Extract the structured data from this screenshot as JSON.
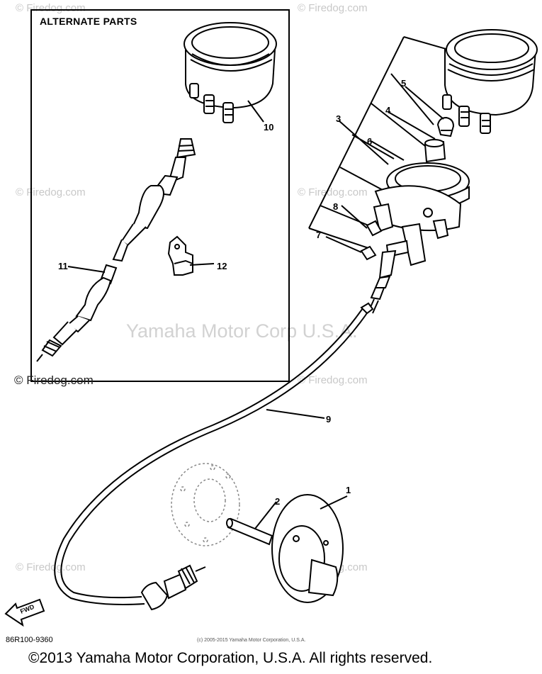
{
  "alternate_parts_title": "ALTERNATE PARTS",
  "callouts": {
    "c1": "1",
    "c2": "2",
    "c3": "3",
    "c4": "4",
    "c5": "5",
    "c6": "6",
    "c7": "7",
    "c8": "8",
    "c9": "9",
    "c10": "10",
    "c11": "11",
    "c12": "12"
  },
  "watermarks": {
    "firedog": "© Firedog.com",
    "firedog_main": "© Firedog.com",
    "yamaha": "Yamaha Motor Corp U.S.A."
  },
  "fwd_label": "FWD",
  "figure_code": "86R100-9360",
  "small_copyright": "(c) 2005-2015 Yamaha Motor Corporation, U.S.A.",
  "copyright": "©2013 Yamaha Motor Corporation, U.S.A. All rights reserved."
}
